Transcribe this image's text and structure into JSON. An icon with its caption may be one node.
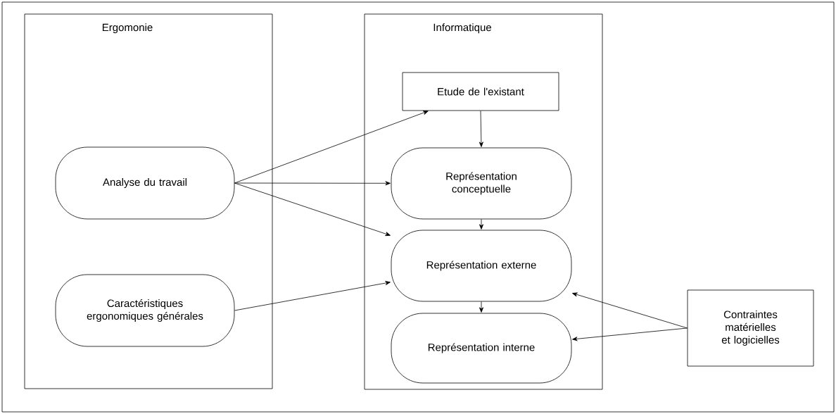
{
  "diagram": {
    "nodes": [
      {
        "text": [
          "Ergomonie"
        ]
      },
      {
        "text": [
          "Informatique"
        ]
      },
      {
        "text": [
          "Analyse du travail"
        ],
        "in": 0
      },
      {
        "text": [
          "Caractéristiques ergonomiques générales"
        ],
        "in": 0
      },
      {
        "text": [
          "Etude de l'existant"
        ],
        "in": 1
      },
      {
        "text": [
          "Représentation conceptuelle"
        ],
        "in": 1
      },
      {
        "text": [
          "Représentation externe"
        ],
        "in": 1
      },
      {
        "text": [
          "Représentation interne"
        ],
        "in": 1
      },
      {
        "text": [
          "Contraintes matérielles et logicielles"
        ]
      }
    ],
    "edges": [
      {
        "from": 2,
        "to": 4,
        "arrow": "to"
      },
      {
        "from": 2,
        "to": 5,
        "arrow": "to"
      },
      {
        "from": 2,
        "to": 6,
        "arrow": "to"
      },
      {
        "from": 3,
        "to": 6,
        "arrow": "to"
      },
      {
        "from": 4,
        "to": 5,
        "arrow": "to"
      },
      {
        "from": 5,
        "to": 6,
        "arrow": "to"
      },
      {
        "from": 6,
        "to": 7,
        "arrow": "to"
      },
      {
        "from": 8,
        "to": 6,
        "arrow": "to"
      },
      {
        "from": 8,
        "to": 7,
        "arrow": "to"
      }
    ]
  }
}
